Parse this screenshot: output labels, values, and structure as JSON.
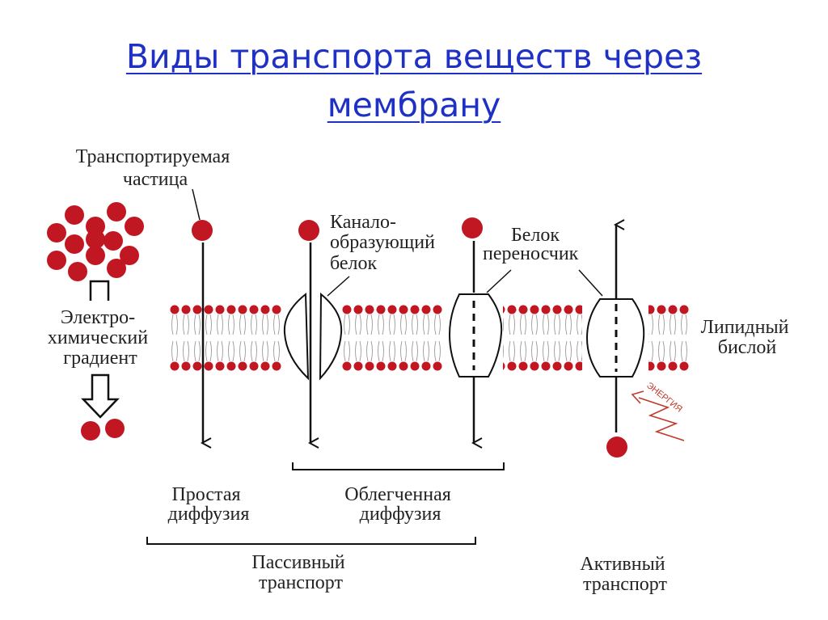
{
  "title": {
    "line1": "Виды транспорта веществ через",
    "line2": "мембрану"
  },
  "labels": {
    "particle_l1": "Транспортируемая",
    "particle_l2": "частица",
    "gradient_l1": "Электро-",
    "gradient_l2": "химический",
    "gradient_l3": "градиент",
    "channel_l1": "Канало-",
    "channel_l2": "образующий",
    "channel_l3": "белок",
    "carrier_l1": "Белок",
    "carrier_l2": "переносчик",
    "bilayer_l1": "Липидный",
    "bilayer_l2": "бислой",
    "energy": "ЭНЕРГИЯ",
    "simple_l1": "Простая",
    "simple_l2": "диффузия",
    "facilitated_l1": "Облегченная",
    "facilitated_l2": "диффузия",
    "passive_l1": "Пассивный",
    "passive_l2": "транспорт",
    "active_l1": "Активный",
    "active_l2": "транспорт"
  },
  "colors": {
    "particle": "#c01722",
    "title": "#1f30c4",
    "line": "#111111"
  }
}
